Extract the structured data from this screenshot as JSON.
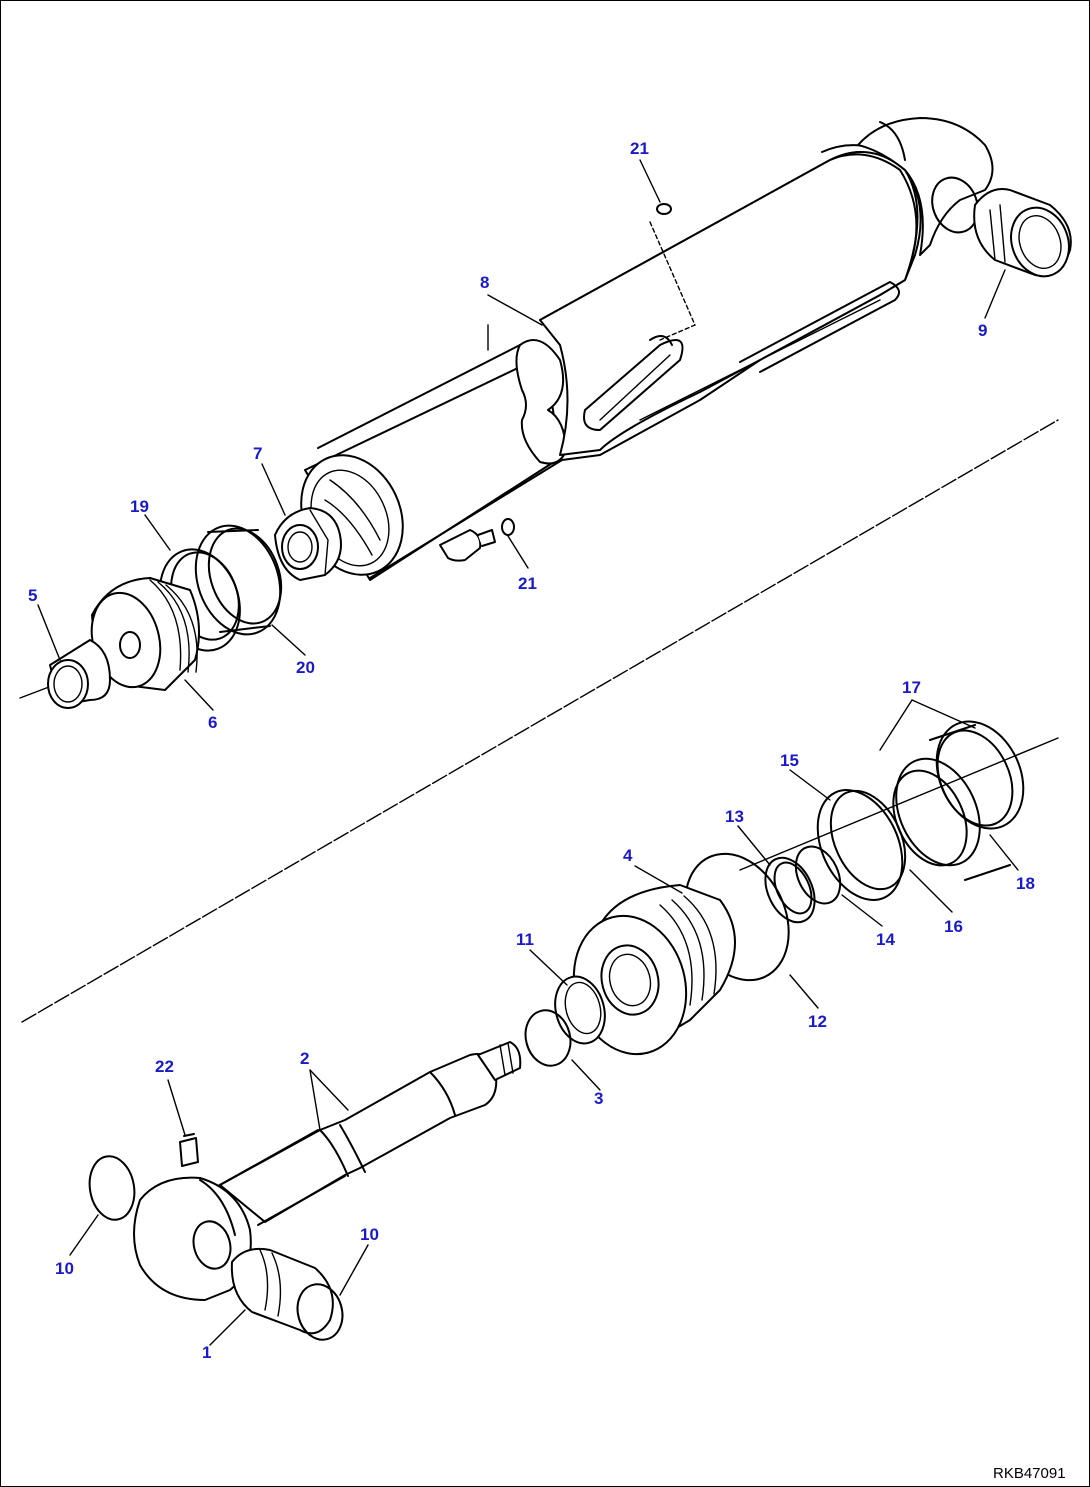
{
  "labels": {
    "l1": "1",
    "l2": "2",
    "l3": "3",
    "l4": "4",
    "l5": "5",
    "l6": "6",
    "l7": "7",
    "l8": "8",
    "l9": "9",
    "l10a": "10",
    "l10b": "10",
    "l11": "11",
    "l12": "12",
    "l13": "13",
    "l14": "14",
    "l15": "15",
    "l16": "16",
    "l17": "17",
    "l18": "18",
    "l19": "19",
    "l20": "20",
    "l21a": "21",
    "l21b": "21",
    "l22": "22"
  },
  "figure_code": "RKB47091",
  "colors": {
    "label": "#1a1acc",
    "line": "#000000"
  }
}
